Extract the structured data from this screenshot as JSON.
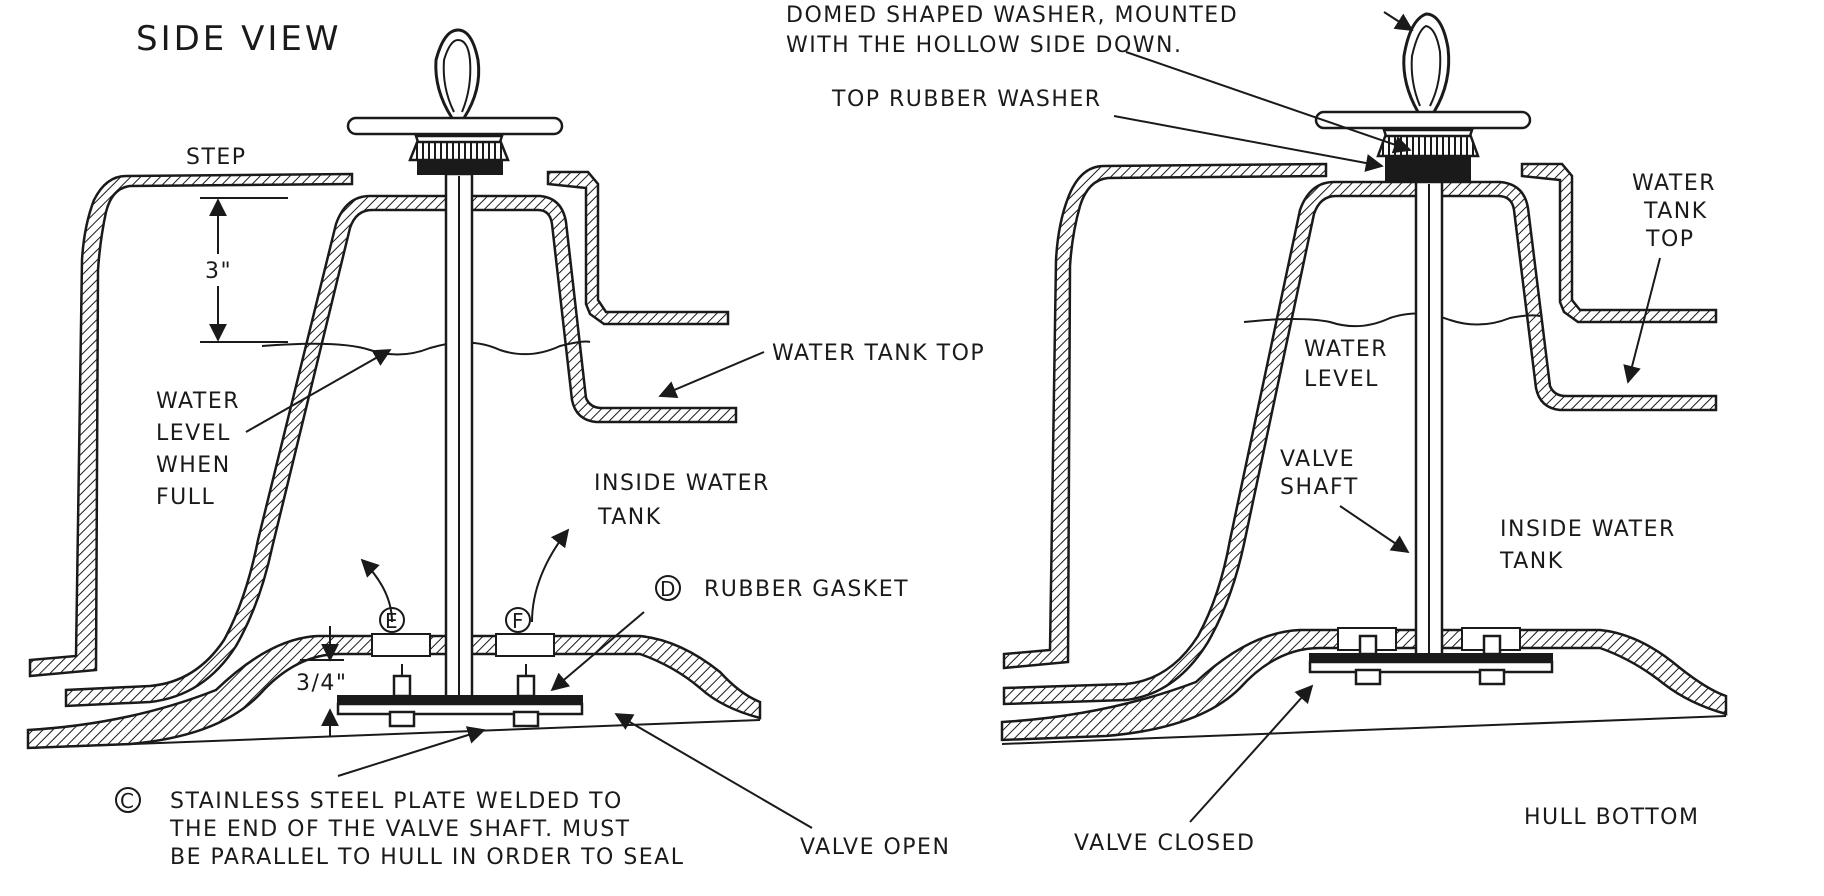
{
  "title": "SIDE VIEW",
  "colors": {
    "ink": "#1a1a1a",
    "paper": "#ffffff"
  },
  "left": {
    "step": "STEP",
    "dimension_top": "3\"",
    "water_level": [
      "WATER",
      "LEVEL",
      "WHEN",
      "FULL"
    ],
    "water_tank_top": "WATER TANK TOP",
    "inside_tank": [
      "INSIDE WATER",
      "TANK"
    ],
    "marker_e": "E",
    "marker_f": "F",
    "marker_d": "D",
    "rubber_gasket": "RUBBER GASKET",
    "dimension_bottom": "3/4\"",
    "marker_c": "C",
    "plate_note": [
      "STAINLESS STEEL PLATE WELDED TO",
      "THE END OF THE VALVE SHAFT.  MUST",
      "BE PARALLEL TO HULL IN ORDER TO SEAL"
    ],
    "valve_open": "VALVE OPEN"
  },
  "right": {
    "domed_washer": [
      "DOMED SHAPED WASHER, MOUNTED",
      "WITH THE HOLLOW SIDE DOWN."
    ],
    "top_washer": "TOP RUBBER WASHER",
    "water_tank_top": [
      "WATER",
      "TANK",
      "TOP"
    ],
    "water_level": [
      "WATER",
      "LEVEL"
    ],
    "valve_shaft": [
      "VALVE",
      "SHAFT"
    ],
    "inside_tank": [
      "INSIDE WATER",
      "TANK"
    ],
    "hull_bottom": "HULL BOTTOM",
    "valve_closed": "VALVE CLOSED"
  }
}
